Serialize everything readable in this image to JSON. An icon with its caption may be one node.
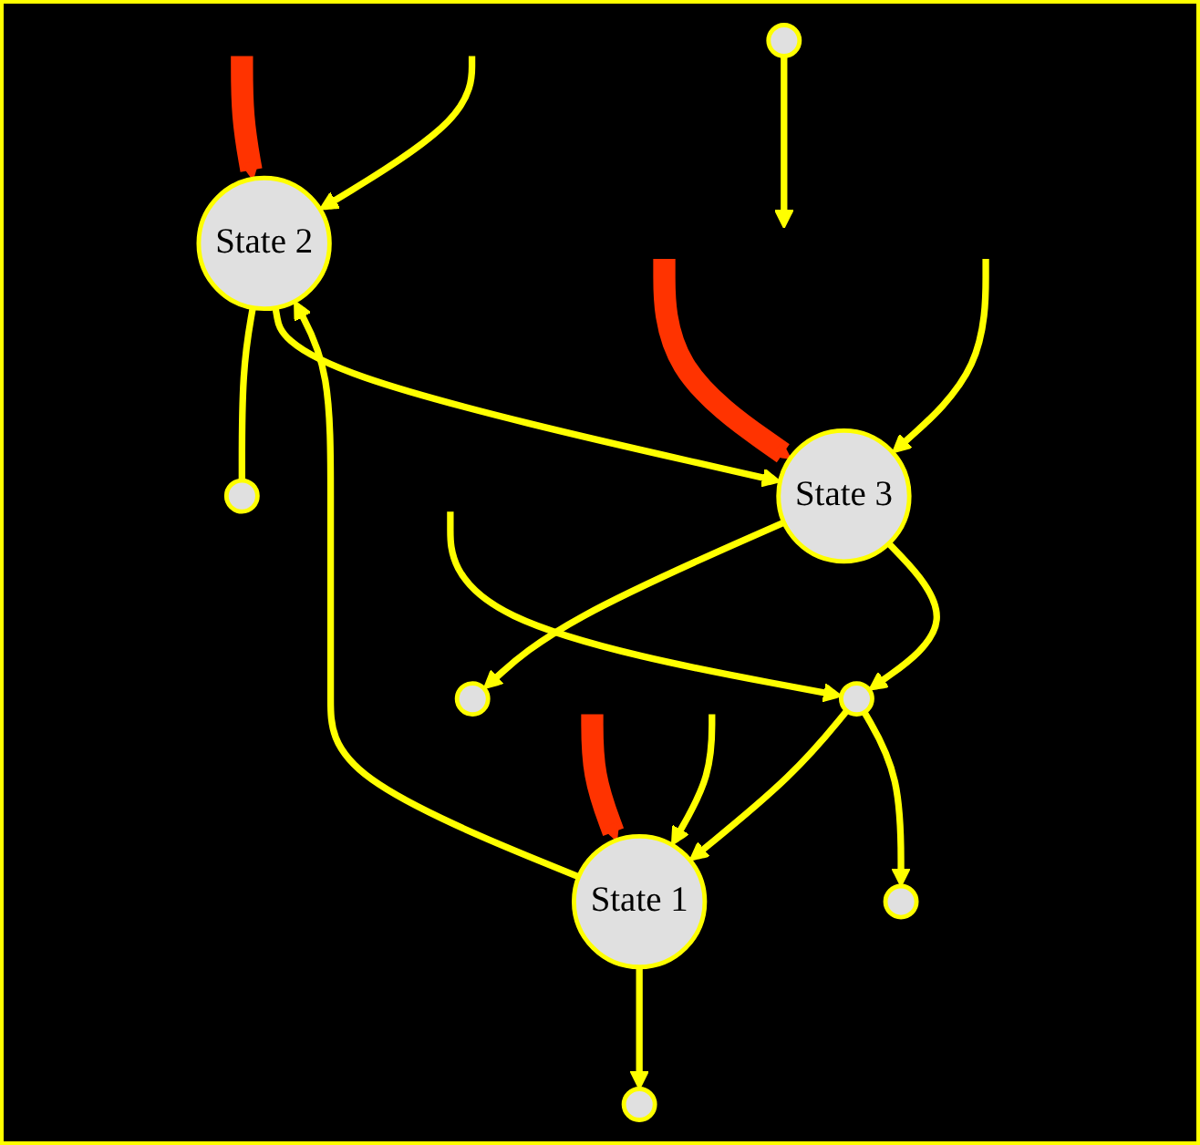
{
  "diagram": {
    "nodes": [
      {
        "text": [],
        "shape": "circle"
      },
      {
        "text": [
          "State 2"
        ]
      },
      {
        "text": [
          "State 1"
        ]
      },
      {
        "text": [],
        "shape": "circle"
      },
      {
        "text": [],
        "shape": "circle"
      },
      {
        "text": [],
        "shape": "circle"
      },
      {
        "text": [
          "State 3"
        ]
      },
      {
        "text": [],
        "shape": "circle"
      },
      {
        "text": [],
        "shape": "circle"
      }
    ],
    "edges": [
      {
        "from": null,
        "to": 1,
        "arrow": "to",
        "style": "thick",
        "color": "#ff3300"
      },
      {
        "from": null,
        "to": 2,
        "arrow": "to",
        "style": "thick",
        "color": "#ff3300"
      },
      {
        "from": null,
        "to": 6,
        "arrow": "to",
        "style": "thick",
        "color": "#ff3300"
      },
      {
        "from": 1,
        "to": 0,
        "arrow": "none"
      },
      {
        "from": null,
        "to": 1,
        "arrow": "to"
      },
      {
        "from": 2,
        "to": 1,
        "arrow": "to"
      },
      {
        "from": null,
        "to": 2,
        "arrow": "to"
      },
      {
        "from": 2,
        "to": 3,
        "arrow": "to"
      },
      {
        "from": 1,
        "to": 6,
        "arrow": "to"
      },
      {
        "from": 4,
        "to": null,
        "arrow": "to"
      },
      {
        "from": 6,
        "to": 5,
        "arrow": "to"
      },
      {
        "from": 7,
        "to": 2,
        "arrow": "to"
      },
      {
        "from": 6,
        "to": 7,
        "arrow": "to"
      },
      {
        "from": null,
        "to": 7,
        "arrow": "to"
      },
      {
        "from": null,
        "to": 6,
        "arrow": "to"
      },
      {
        "from": 7,
        "to": 8,
        "arrow": "to"
      }
    ]
  }
}
